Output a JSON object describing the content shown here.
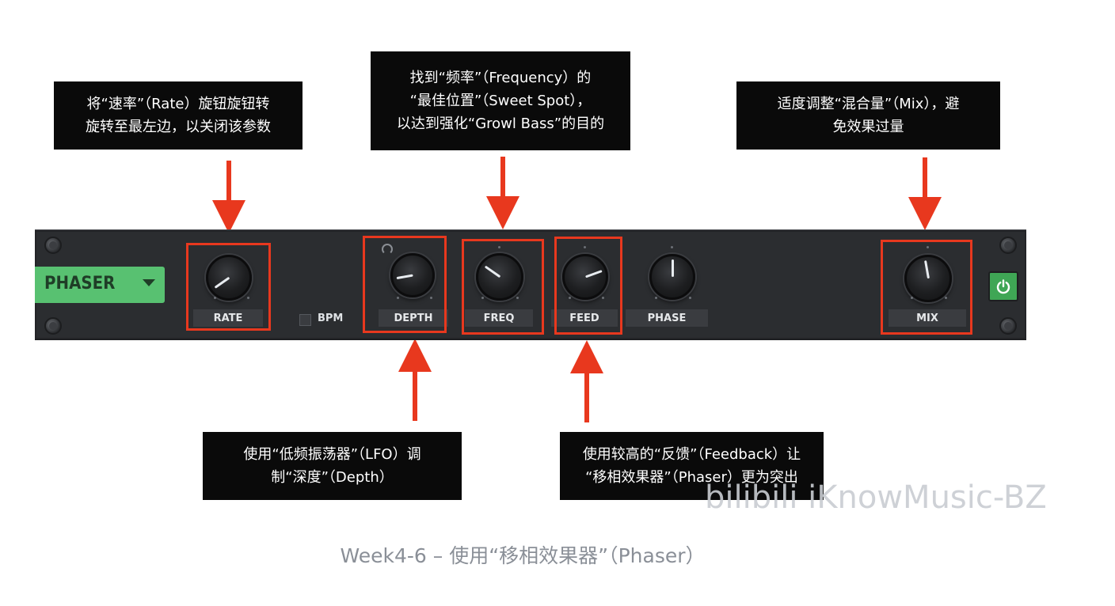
{
  "callouts": {
    "rate": "将“速率”（Rate）旋钮旋钮转\n旋转至最左边，以关闭该参数",
    "freq": "找到“频率”（Frequency）的\n“最佳位置”（Sweet Spot），\n以达到强化“Growl Bass”的目的",
    "mix": "适度调整“混合量”（Mix），避\n免效果过量",
    "depth": "使用“低频振荡器”（LFO）调\n制“深度”（Depth）",
    "feed": "使用较高的“反馈”（Feedback）让\n“移相效果器”（Phaser）更为突出"
  },
  "plugin": {
    "preset_name": "PHASER",
    "bpm_label": "BPM",
    "power_icon": "power-icon",
    "knobs": [
      {
        "label": "RATE",
        "level": 0.12
      },
      {
        "label": "DEPTH",
        "level": 0.2
      },
      {
        "label": "FREQ",
        "level": 0.38
      },
      {
        "label": "FEED",
        "level": 0.72
      },
      {
        "label": "PHASE",
        "level": 0.5
      },
      {
        "label": "MIX",
        "level": 0.47
      }
    ]
  },
  "watermark": "bilibili iKnowMusic-BZ",
  "caption": "Week4-6 – 使用“移相效果器”（Phaser）",
  "colors": {
    "highlight": "#e8381e",
    "preset_green": "#58c171",
    "power_green": "#3fa655",
    "panel": "#2b2d30"
  }
}
